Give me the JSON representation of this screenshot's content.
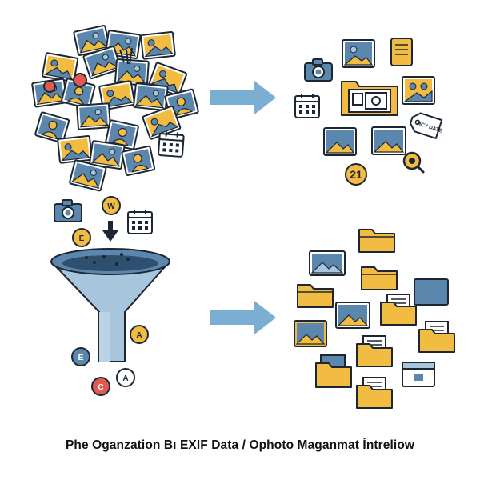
{
  "caption": "Phe Oganzation Bı EXIF Data  / Ophoto Maganmat Íntreliow",
  "tag_text": "#ICY DATE",
  "date_badge": "21",
  "coin_letters": {
    "a1": "A",
    "e1": "E",
    "e2": "E",
    "c1": "C",
    "a2": "A",
    "w1": "W"
  },
  "colors": {
    "blue": "#5b86ad",
    "light_blue": "#a8c5de",
    "yellow": "#f2bb42",
    "red": "#e05a4f",
    "outline": "#1c2733",
    "arrow": "#7aaed3"
  },
  "icons": [
    "photo-pile",
    "camera-icon",
    "calendar-icon",
    "document-icon",
    "tag-icon",
    "magnifier-icon",
    "funnel-icon",
    "arrow-down-icon",
    "folder-icon",
    "arrow-right-icon"
  ]
}
